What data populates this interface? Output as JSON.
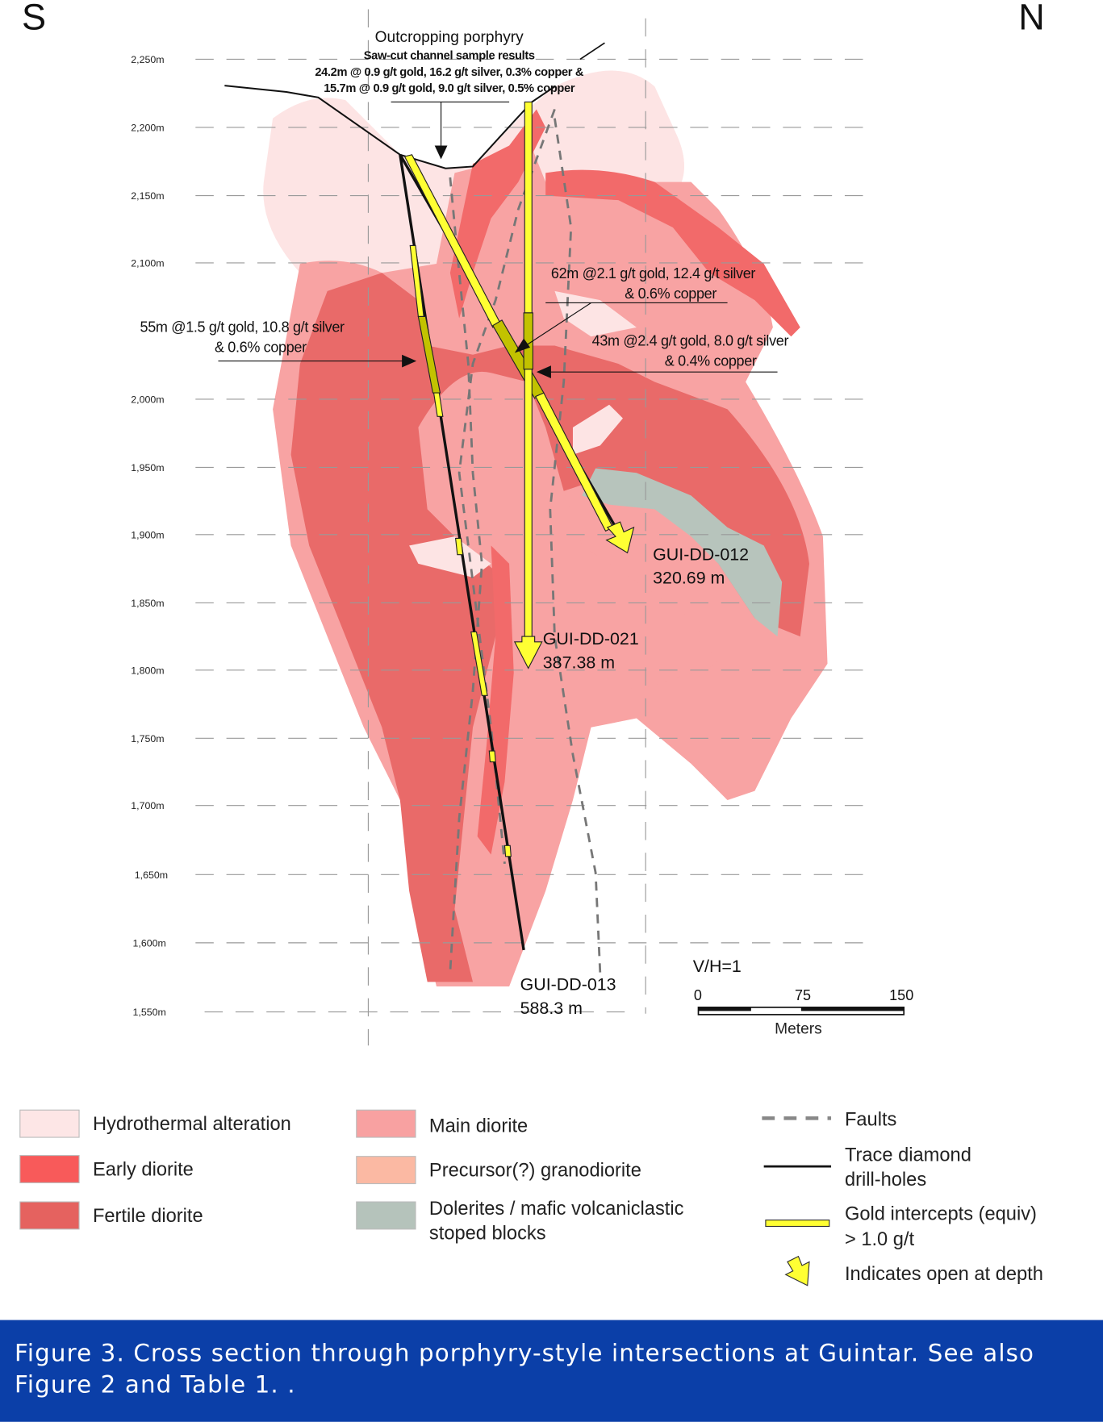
{
  "compass": {
    "south": "S",
    "north": "N"
  },
  "elevations": [
    "2,250m",
    "2,200m",
    "2,150m",
    "2,100m",
    "2,000m",
    "1,950m",
    "1,900m",
    "1,850m",
    "1,800m",
    "1,750m",
    "1,700m",
    "1,650m",
    "1,600m",
    "1,550m"
  ],
  "outcrop": {
    "title": "Outcropping porphyry",
    "subtitle": "Saw-cut channel sample results",
    "line1": "24.2m @ 0.9 g/t gold, 16.2 g/t silver, 0.3% copper &",
    "line2": "15.7m @ 0.9 g/t gold, 9.0 g/t silver, 0.5% copper"
  },
  "intercepts": {
    "a": {
      "line1": "62m @2.1 g/t gold, 12.4 g/t silver",
      "line2": "& 0.6% copper"
    },
    "b": {
      "line1": "55m @1.5 g/t gold, 10.8 g/t silver",
      "line2": "& 0.6% copper"
    },
    "c": {
      "line1": "43m @2.4 g/t gold, 8.0 g/t silver",
      "line2": "& 0.4% copper"
    }
  },
  "holes": {
    "dd012": {
      "name": "GUI-DD-012",
      "depth": "320.69 m"
    },
    "dd021": {
      "name": "GUI-DD-021",
      "depth": "387.38 m"
    },
    "dd013": {
      "name": "GUI-DD-013",
      "depth": "588.3 m"
    }
  },
  "scale": {
    "ratio": "V/H=1",
    "ticks": [
      "0",
      "75",
      "150"
    ],
    "unit": "Meters"
  },
  "legend": {
    "units": [
      {
        "label": "Hydrothermal alteration",
        "color": "#fde6e6"
      },
      {
        "label": "Early diorite",
        "color": "#f85a5a"
      },
      {
        "label": "Fertile diorite",
        "color": "#e5625f"
      },
      {
        "label": "Main diorite",
        "color": "#f8a1a1"
      },
      {
        "label": "Precursor(?) granodiorite",
        "color": "#fbb9a3"
      },
      {
        "label": "Dolerites / mafic volcaniclastic",
        "label2": "stoped blocks",
        "color": "#b5c3bb"
      }
    ],
    "symbols": [
      {
        "label": "Faults"
      },
      {
        "label": "Trace diamond",
        "label2": "drill-holes"
      },
      {
        "label": "Gold intercepts (equiv)",
        "label2": "> 1.0 g/t"
      },
      {
        "label": "Indicates open at depth"
      }
    ]
  },
  "caption": {
    "line1": "Figure 3. Cross section through porphyry-style intersections at Guintar. See also",
    "line2": "Figure 2 and Table 1.  ."
  },
  "colors": {
    "caption_bg": "#0b3fa8",
    "intercept": "#ffff33",
    "intercept_dark": "#c2c200"
  }
}
